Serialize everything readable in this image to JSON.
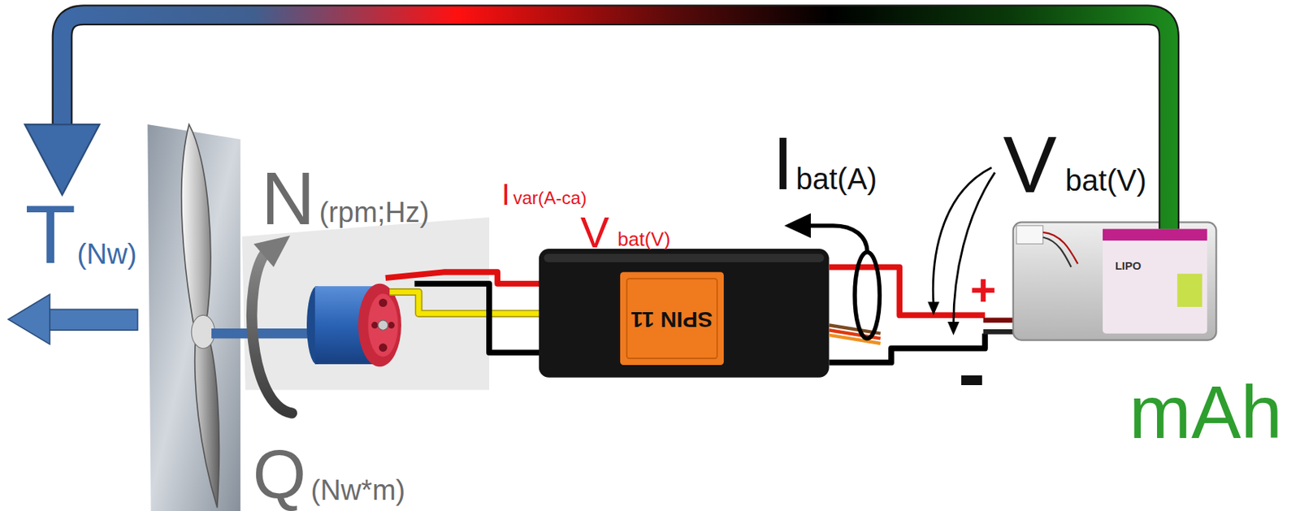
{
  "diagram": {
    "labels": [
      "T",
      "(Nw)",
      "N",
      "(rpm;Hz)",
      "Q",
      "(Nw*m)",
      "I",
      "var(A-ca)",
      "V",
      "bat(V)",
      "I",
      "bat(A)",
      "V",
      "bat(V)",
      "+",
      "-",
      "mAh",
      "SPIN 11",
      "LIPO"
    ]
  }
}
